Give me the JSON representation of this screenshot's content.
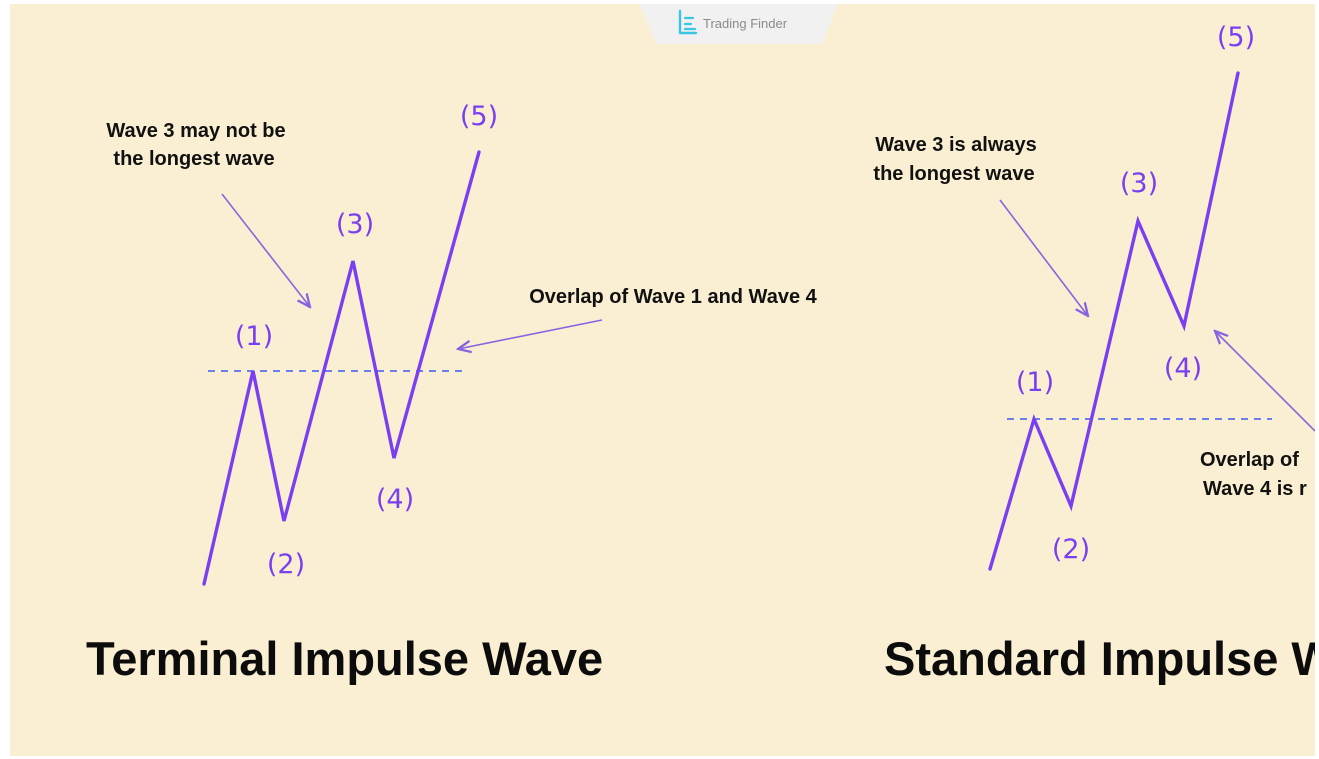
{
  "brand": {
    "name": "Trading Finder"
  },
  "colors": {
    "background": "#faefd2",
    "wave": "#7a3ff0",
    "arrow": "#8a63e0",
    "dashed_line": "#3b5bf2",
    "text": "#0c0c0c"
  },
  "terminal": {
    "title": "Terminal Impulse Wave",
    "annotation_wave3": [
      "Wave 3 may not be",
      "the longest wave"
    ],
    "annotation_overlap": "Overlap of Wave 1 and Wave 4",
    "labels": [
      "(1)",
      "(2)",
      "(3)",
      "(4)",
      "(5)"
    ]
  },
  "standard": {
    "title": "Standard Impulse W",
    "annotation_wave3": [
      "Wave 3 is always",
      "the longest wave"
    ],
    "annotation_overlap": [
      "Overlap of",
      "Wave 4 is r"
    ],
    "labels": [
      "(1)",
      "(2)",
      "(3)",
      "(4)",
      "(5)"
    ]
  }
}
